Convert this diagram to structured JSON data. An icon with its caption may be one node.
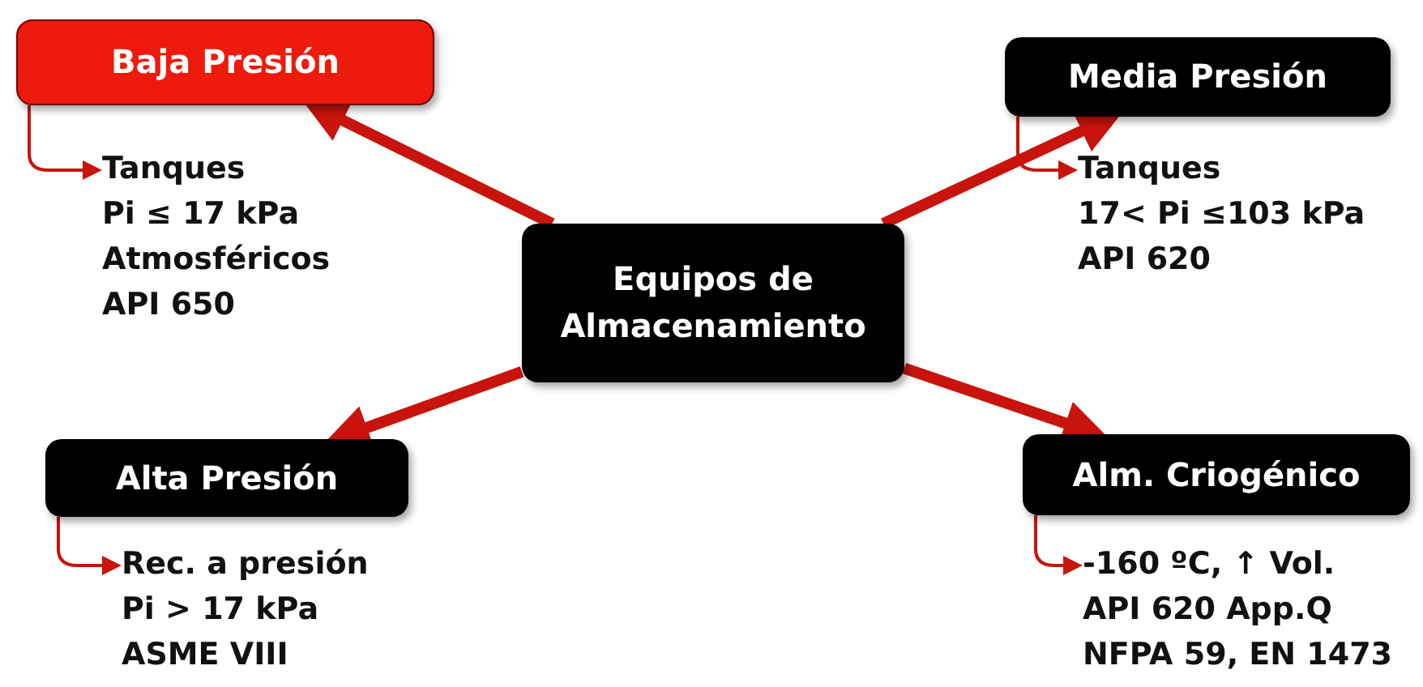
{
  "diagram": {
    "nodes": [
      {
        "text": [
          "Equipos de Almacenamiento"
        ]
      },
      {
        "text": [
          "Baja Presión"
        ]
      },
      {
        "text": [
          "Media Presión"
        ]
      },
      {
        "text": [
          "Alta Presión"
        ]
      },
      {
        "text": [
          "Alm. Criogénico"
        ]
      },
      {
        "text": [
          "Tanques",
          "Pi ≤ 17 kPa",
          "Atmosféricos",
          "API 650"
        ]
      },
      {
        "text": [
          "Tanques",
          "17< Pi ≤103 kPa",
          "API 620"
        ]
      },
      {
        "text": [
          "Rec. a presión",
          "Pi > 17 kPa",
          "ASME VIII"
        ]
      },
      {
        "text": [
          "-160 ºC, ↑ Vol.",
          "API 620 App.Q",
          "NFPA 59, EN 1473"
        ]
      }
    ],
    "edges": [
      {
        "from": 0,
        "to": 1,
        "arrow": "to",
        "style": "thick"
      },
      {
        "from": 0,
        "to": 2,
        "arrow": "to",
        "style": "thick"
      },
      {
        "from": 0,
        "to": 3,
        "arrow": "to",
        "style": "thick"
      },
      {
        "from": 0,
        "to": 4,
        "arrow": "to",
        "style": "thick"
      },
      {
        "from": 1,
        "to": 5,
        "arrow": "to"
      },
      {
        "from": 2,
        "to": 6,
        "arrow": "to"
      },
      {
        "from": 3,
        "to": 7,
        "arrow": "to"
      },
      {
        "from": 4,
        "to": 8,
        "arrow": "to"
      }
    ]
  }
}
